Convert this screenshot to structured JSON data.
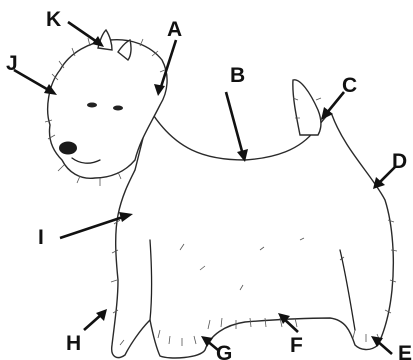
{
  "labels": {
    "A": "A",
    "B": "B",
    "C": "C",
    "D": "D",
    "E": "E",
    "F": "F",
    "G": "G",
    "H": "H",
    "I": "I",
    "J": "J",
    "K": "K"
  },
  "colors": {
    "ink": "#111111",
    "background": "#ffffff"
  },
  "subject_icon": "west-highland-terrier-line-drawing"
}
